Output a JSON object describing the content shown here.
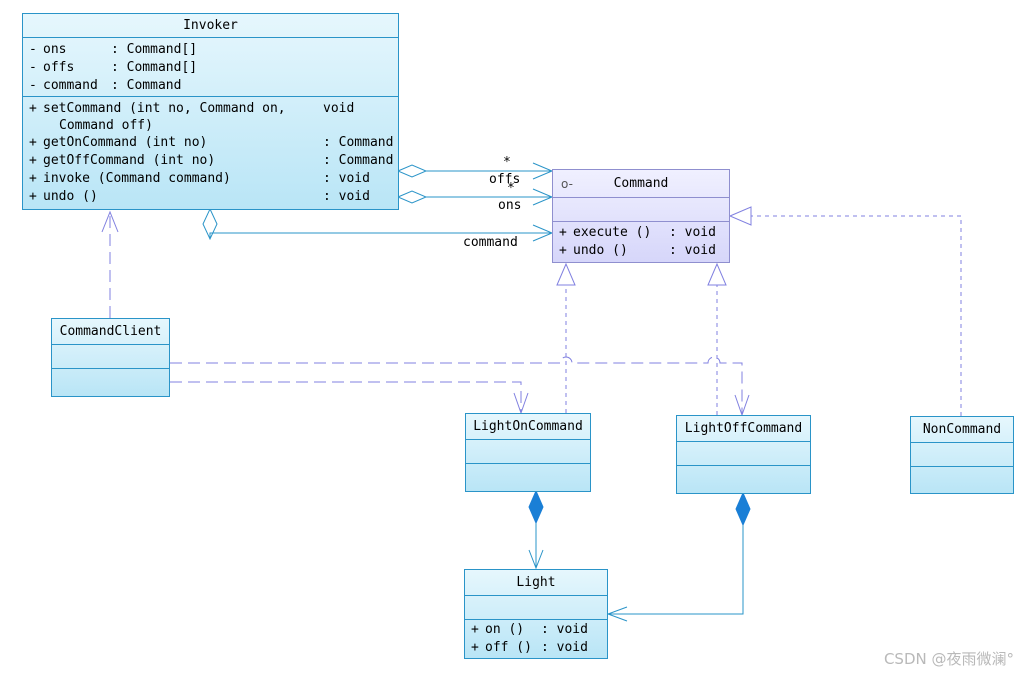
{
  "invoker": {
    "name": "Invoker",
    "attributes": [
      {
        "vis": "-",
        "name": "ons",
        "type": ": Command[]"
      },
      {
        "vis": "-",
        "name": "offs",
        "type": ": Command[]"
      },
      {
        "vis": "-",
        "name": "command",
        "type": ": Command"
      }
    ],
    "operations": [
      {
        "vis": "+",
        "name": "setCommand (int no, Command on,",
        "type": "void"
      },
      {
        "vis": "",
        "name": "Command off)",
        "type": ""
      },
      {
        "vis": "+",
        "name": "getOnCommand (int no)",
        "type": ": Command"
      },
      {
        "vis": "+",
        "name": "getOffCommand (int no)",
        "type": ": Command"
      },
      {
        "vis": "+",
        "name": "invoke (Command command)",
        "type": ": void"
      },
      {
        "vis": "+",
        "name": "undo ()",
        "type": ": void"
      }
    ]
  },
  "command": {
    "name": "Command",
    "icon": "interface-lollipop-icon",
    "operations": [
      {
        "vis": "+",
        "name": "execute ()",
        "type": ": void"
      },
      {
        "vis": "+",
        "name": "undo ()",
        "type": ": void"
      }
    ]
  },
  "command_client": {
    "name": "CommandClient"
  },
  "light_on_command": {
    "name": "LightOnCommand"
  },
  "light_off_command": {
    "name": "LightOffCommand"
  },
  "non_command": {
    "name": "NonCommand"
  },
  "light": {
    "name": "Light",
    "operations": [
      {
        "vis": "+",
        "name": "on ()",
        "type": ": void"
      },
      {
        "vis": "+",
        "name": "off ()",
        "type": ": void"
      }
    ]
  },
  "association_labels": {
    "offs_multiplicity": "*",
    "offs_role": "offs",
    "ons_multiplicity": "*",
    "ons_role": "ons",
    "command_role": "command"
  },
  "watermark": "CSDN @夜雨微澜°",
  "colors": {
    "class_border": "#2a94c8",
    "class_fill_top": "#e6f7fd",
    "class_fill_bottom": "#b9e5f6",
    "interface_border": "#8f8fcf",
    "interface_fill": "#d6d6fa",
    "association_line": "#2a94c8",
    "dependency_line": "#8080e0"
  }
}
